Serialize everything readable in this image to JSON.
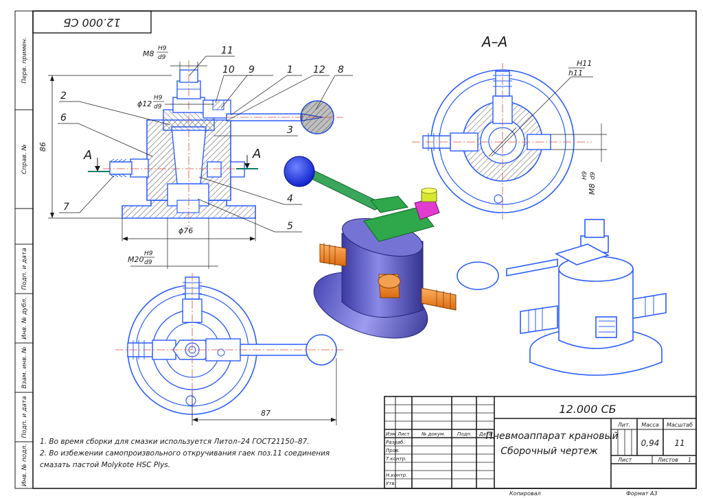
{
  "sheet": {
    "stamp_code_rotated": "12.000 СБ",
    "side_labels": [
      "Перв. примен.",
      "Справ. №",
      "Подп. и дата",
      "Инв. № дубл.",
      "Взам. инв. №",
      "Подп. и дата",
      "Инв. № подл."
    ],
    "footer_copied": "Копировал",
    "footer_format": "Формат А3"
  },
  "front_view": {
    "callouts": [
      "11",
      "10",
      "9",
      "1",
      "12",
      "8",
      "2",
      "6",
      "3",
      "7",
      "4",
      "5"
    ],
    "section_marks": [
      "А",
      "А"
    ],
    "dims": {
      "m8": "М8",
      "m8_fit_top": "H9",
      "m8_fit_bottom": "d9",
      "phi12": "ϕ12",
      "phi12_fit_top": "H9",
      "phi12_fit_bottom": "d9",
      "height": "86",
      "phi76": "ϕ76",
      "m20": "М20",
      "m20_fit_top": "H9",
      "m20_fit_bottom": "d9"
    }
  },
  "section_view": {
    "title": "А–А",
    "fit_top": "H11",
    "fit_bottom": "h11",
    "m8": "М8",
    "m8_fit_top": "H9",
    "m8_fit_bottom": "d9"
  },
  "top_view": {
    "dim_87": "87"
  },
  "notes": [
    "1. Во время сборки для смазки используется Литол–24 ГОСТ21150–87.",
    "2. Во избежении самопроизвольного откручивания гаек поз.11 соединения",
    "смазать пастой Molykote HSC Plys."
  ],
  "title_block": {
    "code": "12.000 СБ",
    "name_line1": "Пневмоаппарат крановый",
    "name_line2": "Сборочный чертеж",
    "hdr_lit": "Лит.",
    "hdr_mass": "Масса",
    "hdr_scale": "Масштаб",
    "mass": "0,94",
    "scale": "11",
    "sheet_label": "Лист",
    "sheets_label": "Листов",
    "sheets_count": "1",
    "col_headers": [
      "Изм",
      "Лист",
      "№ докум.",
      "Подп.",
      "Дата"
    ],
    "roles": [
      "Разраб.",
      "Пров.",
      "Т.контр.",
      "Н.контр.",
      "Утв."
    ]
  }
}
